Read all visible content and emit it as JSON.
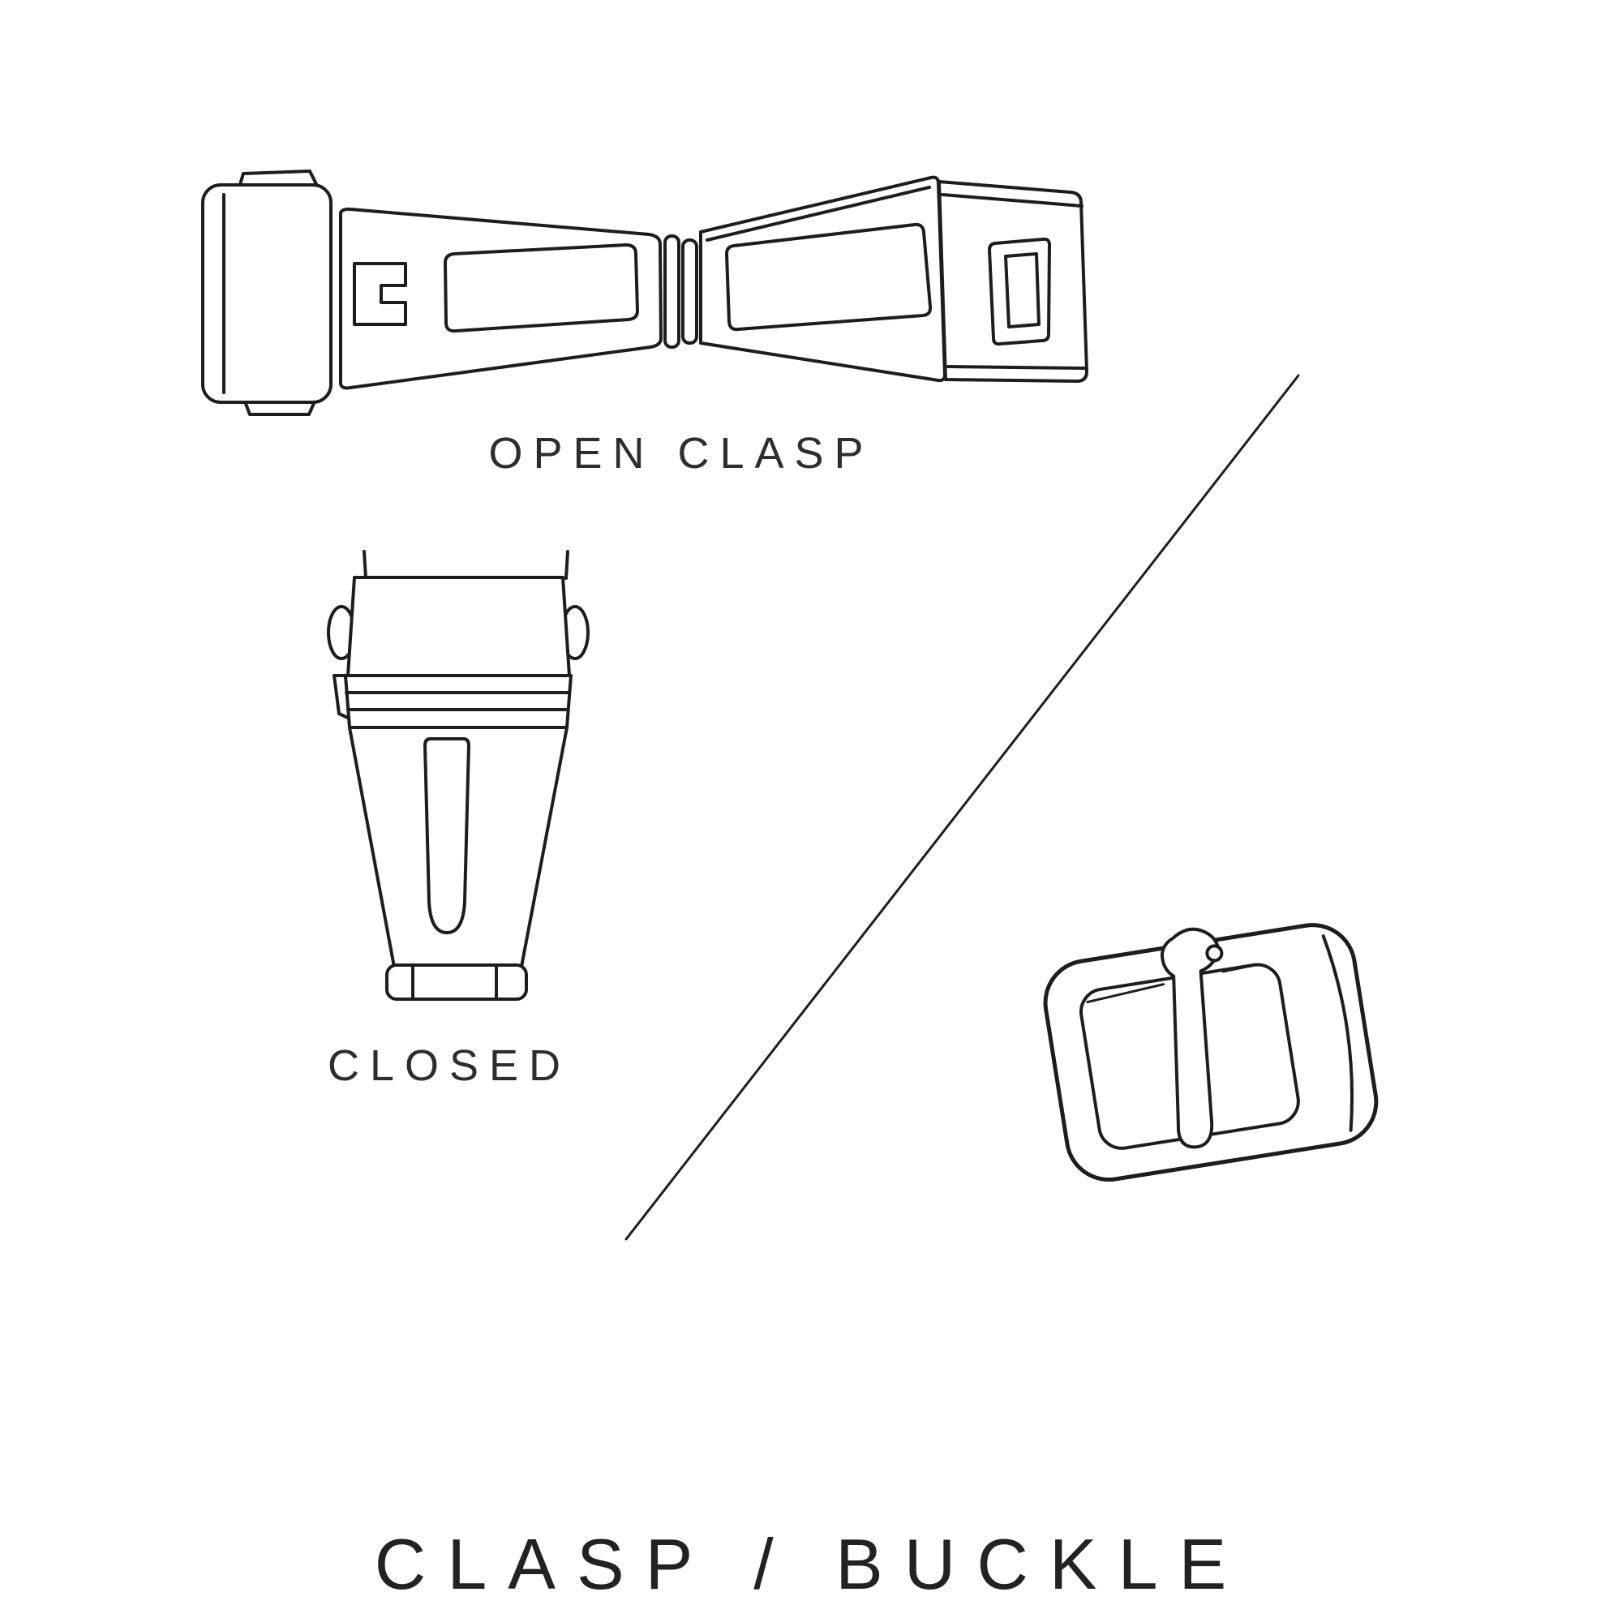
{
  "page": {
    "background_color": "#ffffff",
    "line_color": "#1d1d1d",
    "text_color": "#2d2d2d"
  },
  "labels": {
    "open_clasp": "OPEN CLASP",
    "closed": "CLOSED"
  },
  "title": "CLASP / BUCKLE",
  "illustrations": {
    "open_clasp": "open-deployant-clasp-line-drawing",
    "closed_clasp": "closed-clasp-line-drawing",
    "buckle": "tang-buckle-line-drawing",
    "divider": "diagonal-divider-line"
  }
}
